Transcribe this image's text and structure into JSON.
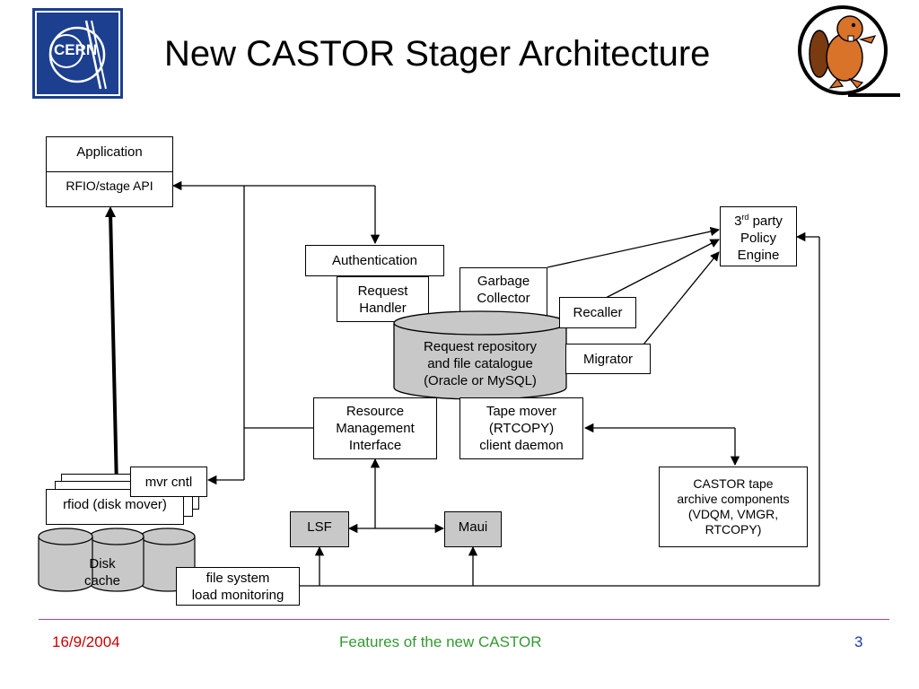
{
  "slide": {
    "title": "New CASTOR Stager Architecture",
    "footer": {
      "date": "16/9/2004",
      "center": "Features of the new CASTOR",
      "page": "3"
    }
  },
  "nodes": {
    "application": "Application",
    "rfio_api": "RFIO/stage API",
    "authentication": "Authentication",
    "request_handler": "Request\nHandler",
    "garbage_collector": "Garbage\nCollector",
    "recaller": "Recaller",
    "migrator": "Migrator",
    "policy_engine": {
      "pre": "3",
      "sup": "rd",
      "post": " party\nPolicy\nEngine"
    },
    "repository": "Request repository\nand file catalogue\n(Oracle or MySQL)",
    "rmi": "Resource\nManagement\nInterface",
    "tape_mover": "Tape mover\n(RTCOPY)\nclient daemon",
    "castor_tape": "CASTOR tape\narchive components\n(VDQM, VMGR,\nRTCOPY)",
    "mvr_cntl": "mvr cntl",
    "rfiod": "rfiod (disk mover)",
    "disk_cache": "Disk\ncache",
    "fs_monitor": "file system\nload monitoring",
    "lsf": "LSF",
    "maui": "Maui"
  }
}
